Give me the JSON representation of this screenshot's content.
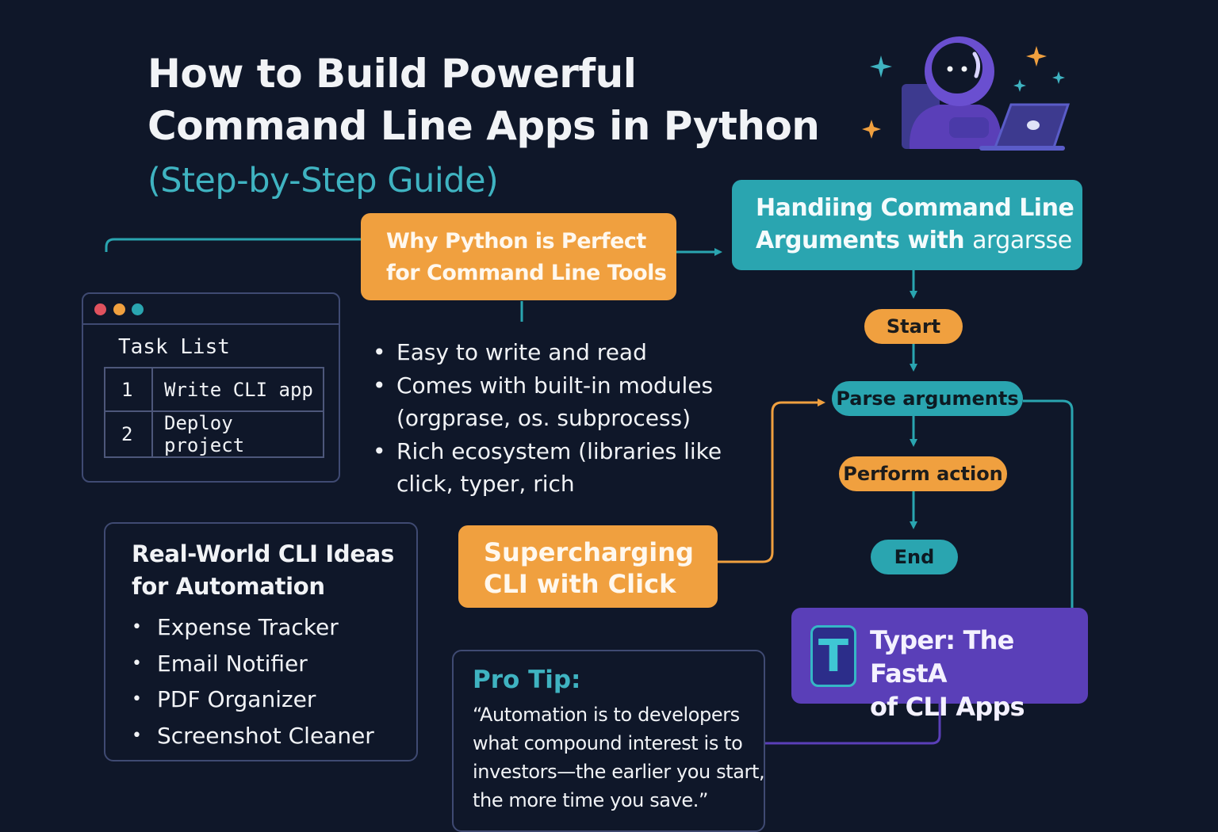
{
  "title": {
    "main": "How to Build Powerful Command Line Apps in Python",
    "subtitle": "(Step-by-Step Guide)"
  },
  "why_python": {
    "label": "Why Python is Perfect for Command Line Tools",
    "bullets": [
      "Easy to write and read",
      "Comes with built-in modules (orgprase, os. subprocess)",
      "Rich ecosystem (libraries like click, typer, rich"
    ]
  },
  "handling": {
    "line1": "Handiing Command Line",
    "line2_prefix": "Arguments with ",
    "line2_code": "argarsse"
  },
  "flow": {
    "start": "Start",
    "parse": "Parse arguments",
    "perform": "Perform action",
    "end": "End"
  },
  "task_window": {
    "title": "Task List",
    "rows": [
      {
        "num": "1",
        "text": "Write CLI app"
      },
      {
        "num": "2",
        "text": "Deploy project"
      }
    ],
    "dot_colors": [
      "#e0525e",
      "#f0a03f",
      "#2aa5b0"
    ]
  },
  "ideas": {
    "title": "Real-World CLI Ideas for Automation",
    "items": [
      "Expense Tracker",
      "Email Notifier",
      "PDF Organizer",
      "Screenshot Cleaner"
    ]
  },
  "supercharging": {
    "label": "Supercharging CLI with Click"
  },
  "pro_tip": {
    "title": "Pro Tip:",
    "quote": "“Automation is to developers what compound interest is to investors—the earlier you start, the more time you save.”"
  },
  "typer": {
    "logo_letter": "T",
    "line1": "Typer: The FastA",
    "line2": "of CLI Apps"
  },
  "colors": {
    "background": "#0f1729",
    "orange": "#f0a03f",
    "teal": "#2aa5b0",
    "purple": "#5a3fb8"
  },
  "icons": [
    "astronaut-laptop-icon",
    "sparkle-icon"
  ]
}
